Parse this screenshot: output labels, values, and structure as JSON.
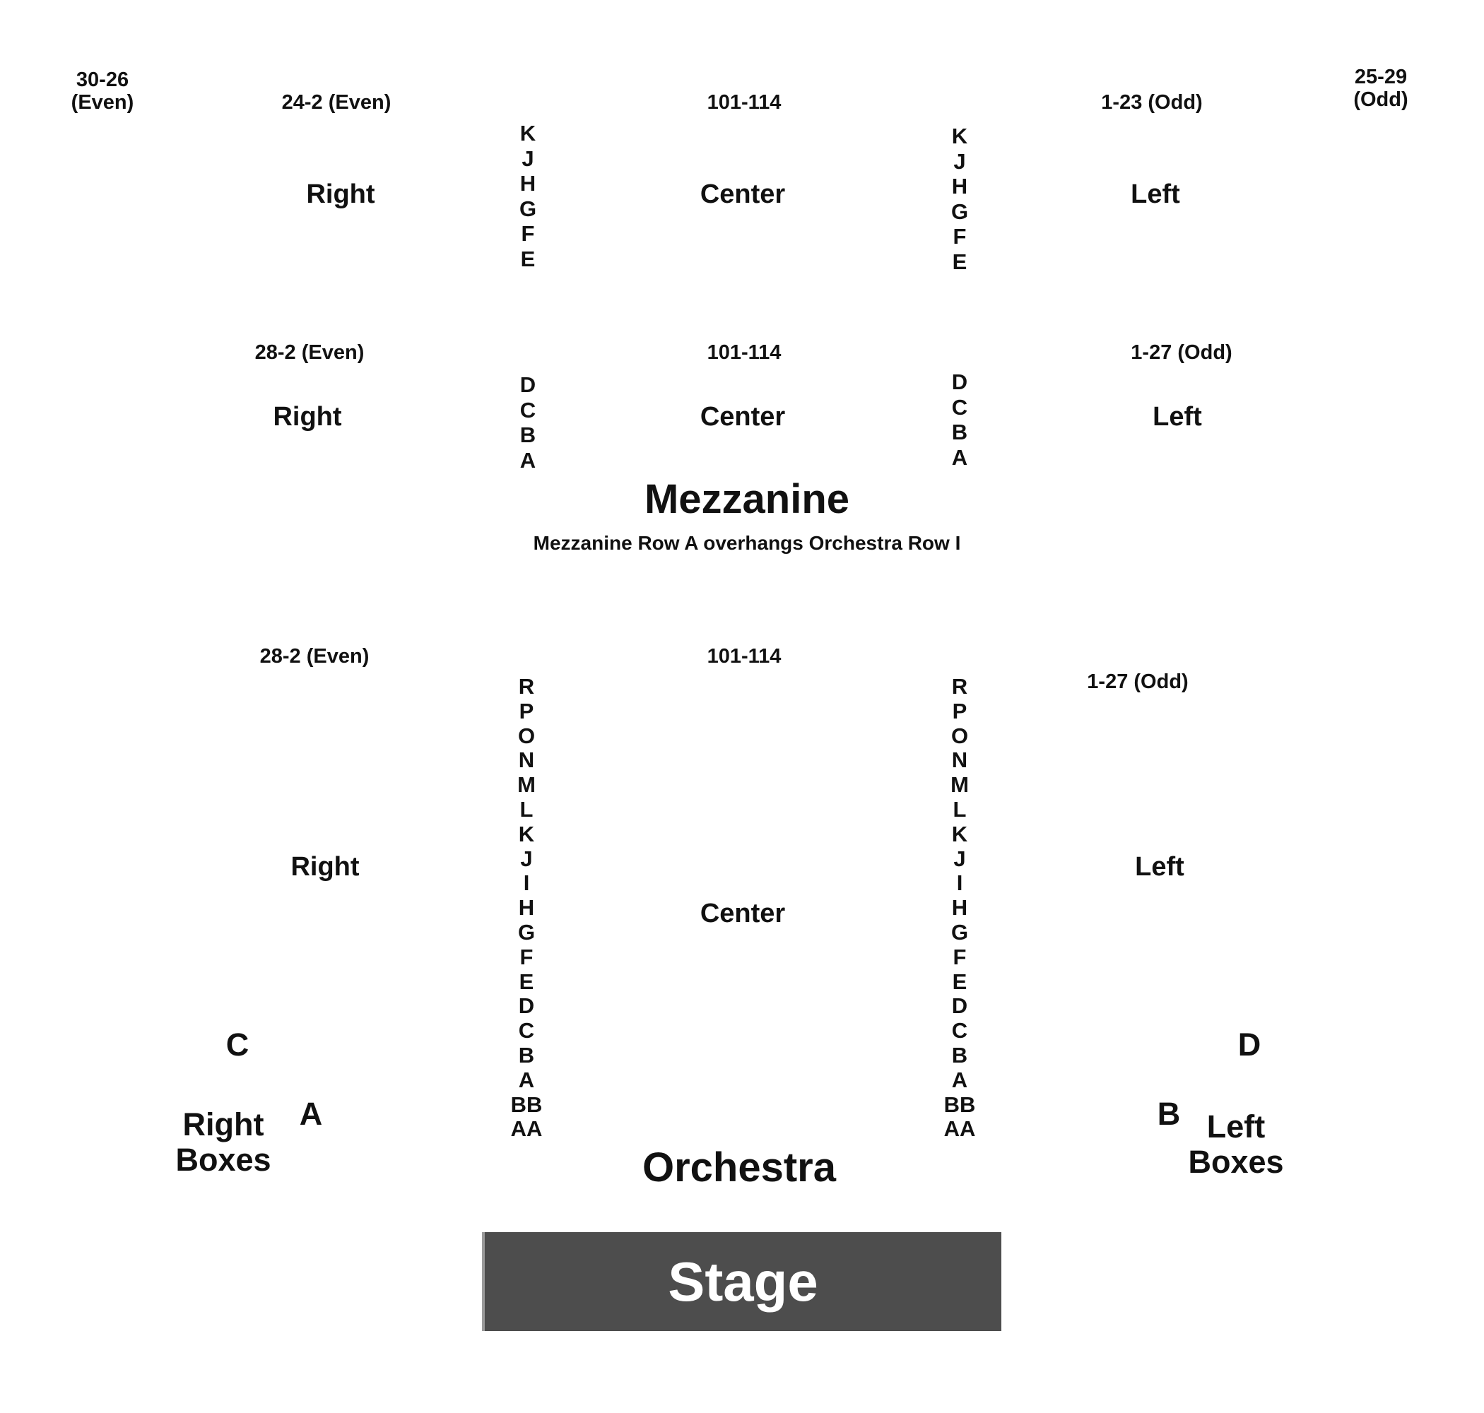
{
  "mezzanine_upper": {
    "far_right_seats": "30-26\n(Even)",
    "right_seats": "24-2 (Even)",
    "center_seats": "101-114",
    "left_seats": "1-23 (Odd)",
    "far_left_seats": "25-29\n(Odd)",
    "right_label": "Right",
    "center_label": "Center",
    "left_label": "Left",
    "rows": [
      "K",
      "J",
      "H",
      "G",
      "F",
      "E"
    ]
  },
  "mezzanine_lower": {
    "right_seats": "28-2 (Even)",
    "center_seats": "101-114",
    "left_seats": "1-27 (Odd)",
    "right_label": "Right",
    "center_label": "Center",
    "left_label": "Left",
    "rows": [
      "D",
      "C",
      "B",
      "A"
    ]
  },
  "mezzanine": {
    "title": "Mezzanine",
    "note": "Mezzanine Row A overhangs Orchestra Row I"
  },
  "orchestra": {
    "right_seats": "28-2 (Even)",
    "center_seats": "101-114",
    "left_seats": "1-27 (Odd)",
    "right_label": "Right",
    "center_label": "Center",
    "left_label": "Left",
    "rows": [
      "R",
      "P",
      "O",
      "N",
      "M",
      "L",
      "K",
      "J",
      "I",
      "H",
      "G",
      "F",
      "E",
      "D",
      "C",
      "B",
      "A",
      "BB",
      "AA"
    ],
    "title": "Orchestra"
  },
  "boxes": {
    "box_c": "C",
    "box_a": "A",
    "box_d": "D",
    "box_b": "B",
    "right_boxes": "Right\nBoxes",
    "left_boxes": "Left\nBoxes"
  },
  "stage": {
    "label": "Stage",
    "color": "#4d4d4d"
  }
}
